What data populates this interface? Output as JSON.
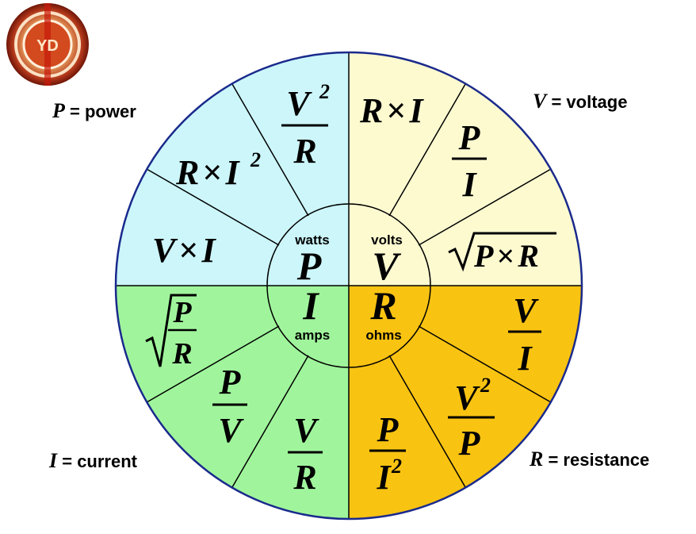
{
  "logo": {
    "text": "YD"
  },
  "quadrant_colors": {
    "power": "#ccf6fa",
    "voltage": "#fdfad0",
    "current": "#a0f59c",
    "resistance": "#f9c312",
    "ring": "#1a2a8c"
  },
  "legend": {
    "power": {
      "symbol": "P",
      "text": " = power"
    },
    "voltage": {
      "symbol": "V",
      "text": " = voltage"
    },
    "current": {
      "symbol": "I",
      "text": " = current"
    },
    "resistance": {
      "symbol": "R",
      "text": " = resistance"
    }
  },
  "center": {
    "power": {
      "unit": "watts",
      "symbol": "P"
    },
    "voltage": {
      "unit": "volts",
      "symbol": "V"
    },
    "current": {
      "unit": "amps",
      "symbol": "I"
    },
    "resistance": {
      "unit": "ohms",
      "symbol": "R"
    }
  },
  "formulas": {
    "times": "×",
    "sq": "2",
    "power_v2r": {
      "num": "V",
      "den": "R"
    },
    "power_ri2": {
      "a": "R",
      "b": "I"
    },
    "power_vi": {
      "a": "V",
      "b": "I"
    },
    "voltage_ri": {
      "a": "R",
      "b": "I"
    },
    "voltage_pi": {
      "num": "P",
      "den": "I"
    },
    "voltage_sqrt": {
      "a": "P",
      "b": "R"
    },
    "current_sqrt": {
      "num": "P",
      "den": "R"
    },
    "current_pv": {
      "num": "P",
      "den": "V"
    },
    "current_vr": {
      "num": "V",
      "den": "R"
    },
    "resistance_vi": {
      "num": "V",
      "den": "I"
    },
    "resistance_v2p": {
      "num": "V",
      "den": "P"
    },
    "resistance_pi2": {
      "num": "P",
      "den": "I"
    }
  }
}
